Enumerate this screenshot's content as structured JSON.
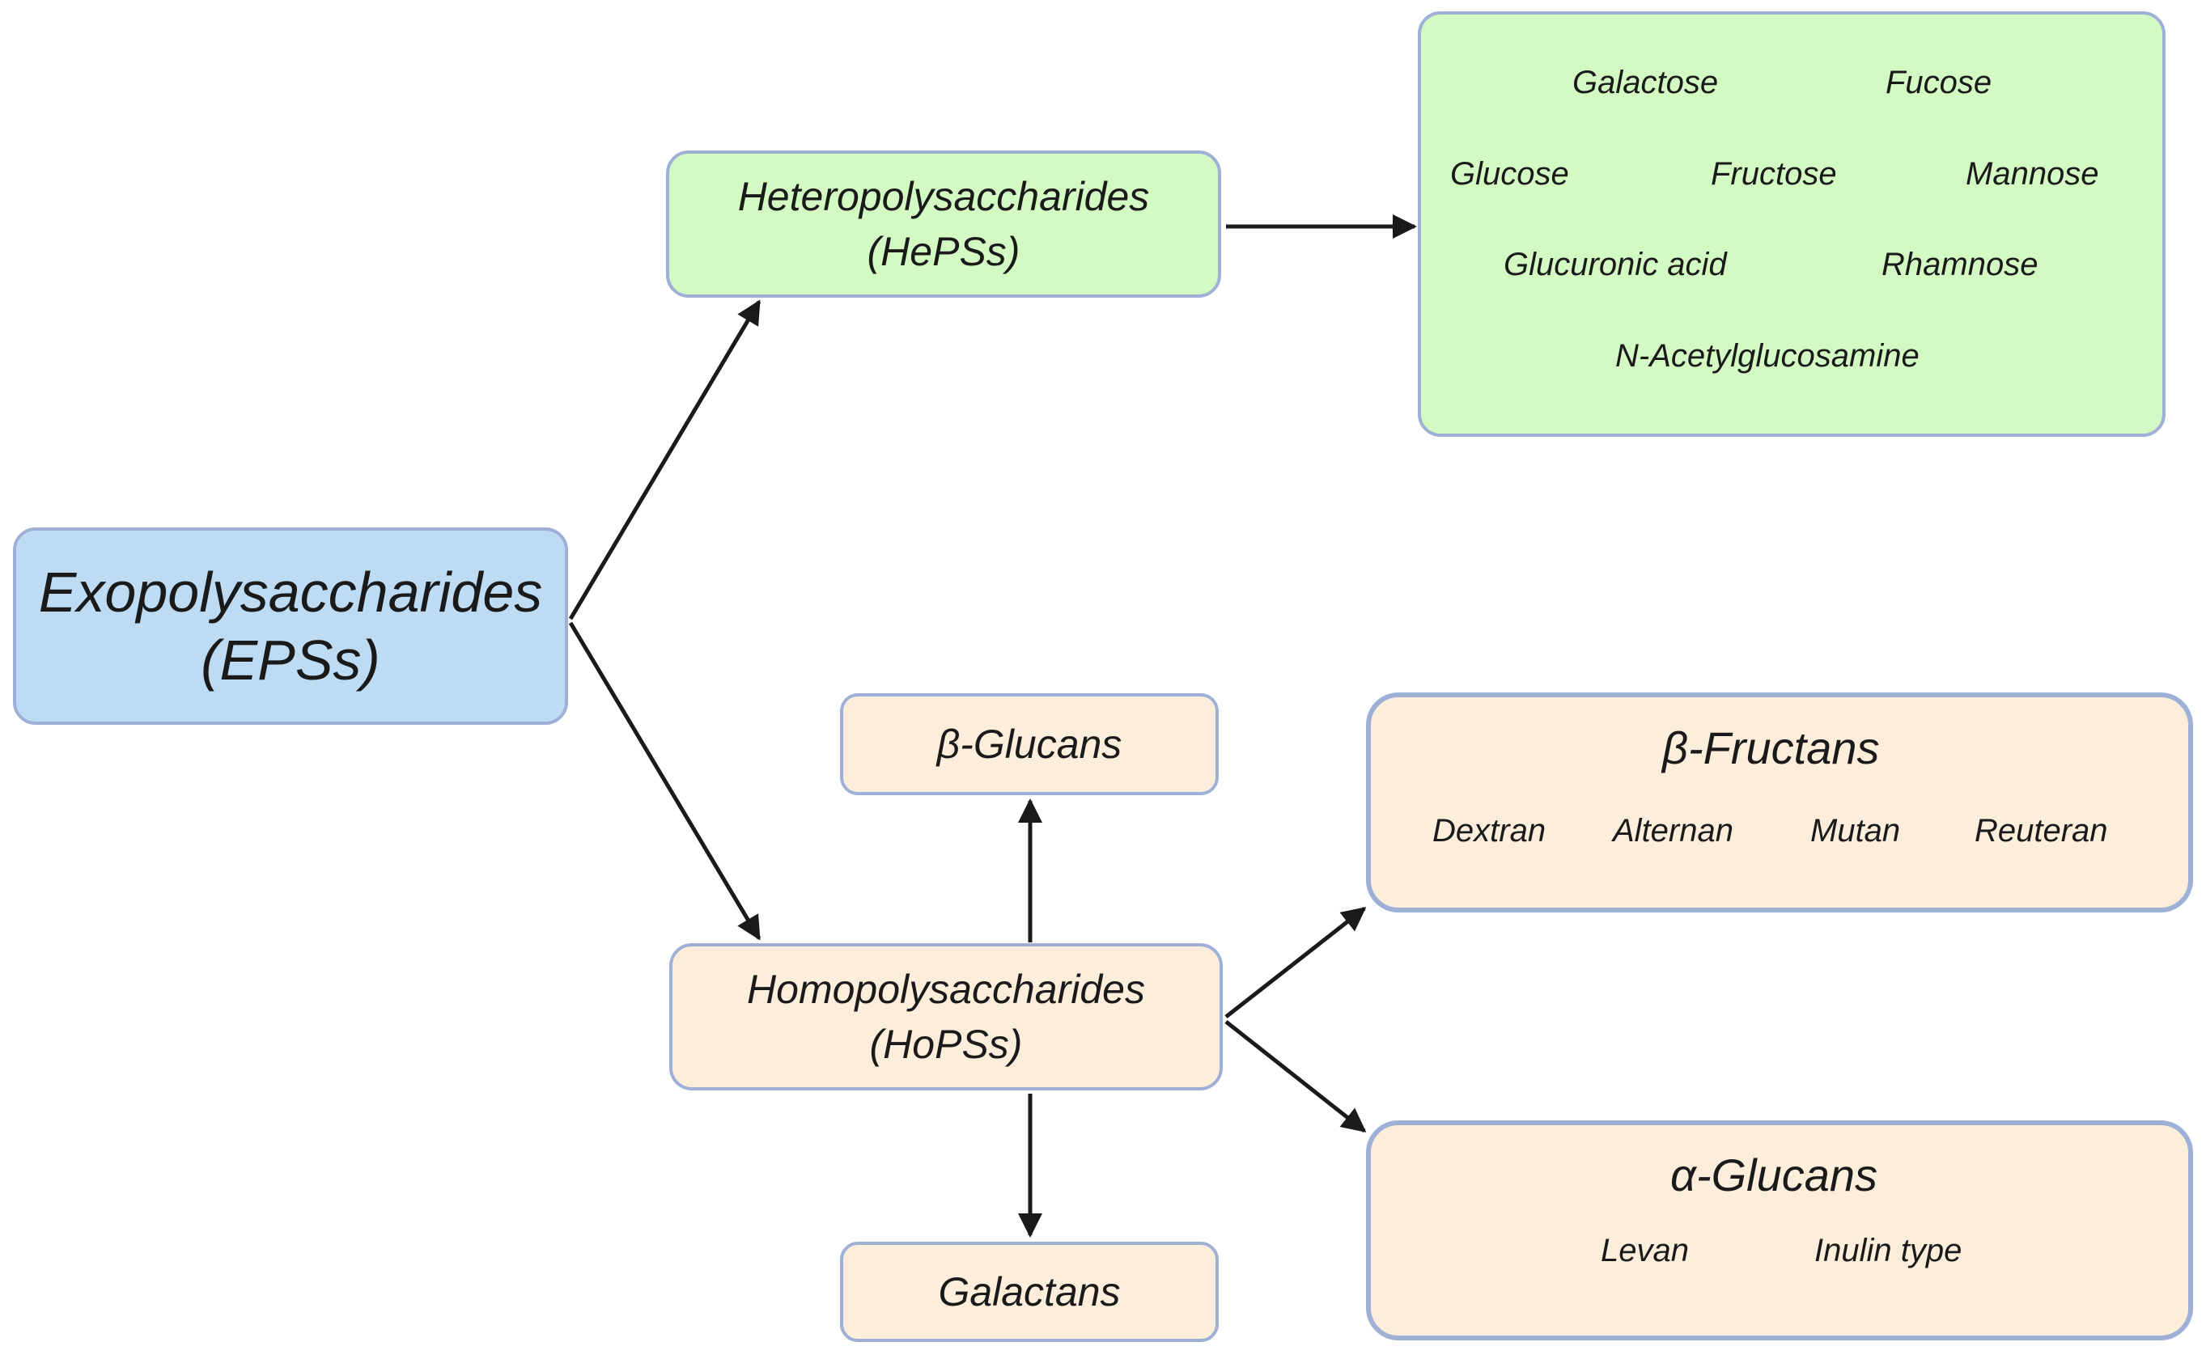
{
  "root": {
    "line1": "Exopolysaccharides",
    "line2": "(EPSs)"
  },
  "hetero": {
    "line1": "Heteropolysaccharides",
    "line2": "(HePSs)",
    "components": [
      "Galactose",
      "Fucose",
      "Glucose",
      "Fructose",
      "Mannose",
      "Glucuronic acid",
      "Rhamnose",
      "N-Acetylglucosamine"
    ]
  },
  "homo": {
    "line1": "Homopolysaccharides",
    "line2": "(HoPSs)",
    "beta_glucans": "β-Glucans",
    "galactans": "Galactans",
    "beta_fructans": {
      "title": "β-Fructans",
      "items": [
        "Dextran",
        "Alternan",
        "Mutan",
        "Reuteran"
      ]
    },
    "alpha_glucans": {
      "title": "α-Glucans",
      "items": [
        "Levan",
        "Inulin type"
      ]
    }
  },
  "colors": {
    "root": "#bddcf4",
    "hetero": "#d4fac4",
    "homo": "#fdeedb",
    "border": "#9fb0d6",
    "arrow": "#1a1a1a"
  }
}
